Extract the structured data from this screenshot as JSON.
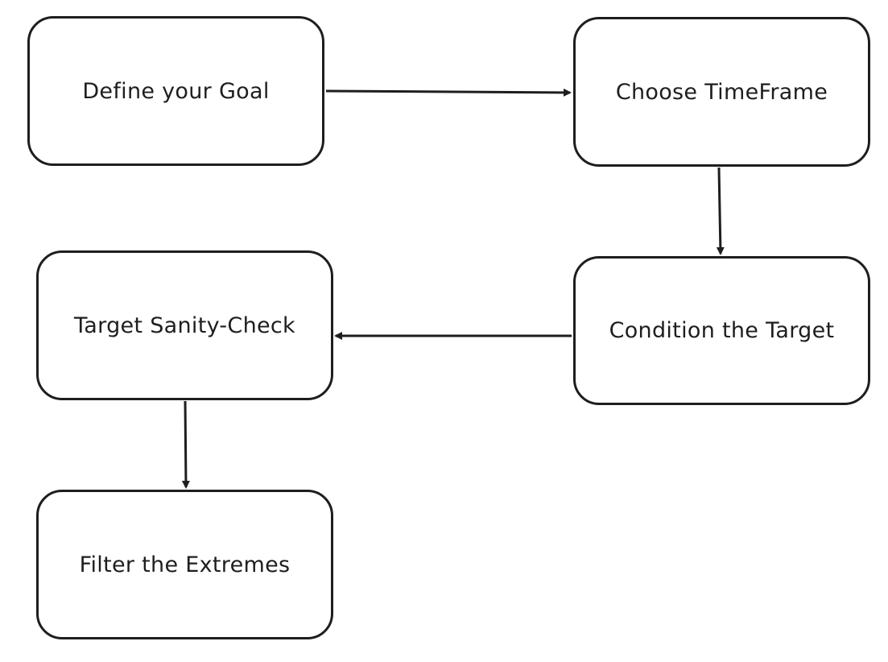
{
  "diagram": {
    "nodes": [
      {
        "id": "define",
        "label": "Define your Goal"
      },
      {
        "id": "timeframe",
        "label": "Choose TimeFrame"
      },
      {
        "id": "condition",
        "label": "Condition the Target"
      },
      {
        "id": "sanity",
        "label": "Target Sanity-Check"
      },
      {
        "id": "filter",
        "label": "Filter the Extremes"
      }
    ],
    "edges": [
      {
        "from": "define",
        "to": "timeframe"
      },
      {
        "from": "timeframe",
        "to": "condition"
      },
      {
        "from": "condition",
        "to": "sanity"
      },
      {
        "from": "sanity",
        "to": "filter"
      }
    ],
    "colors": {
      "stroke": "#1e1e1e",
      "background": "#ffffff"
    }
  }
}
